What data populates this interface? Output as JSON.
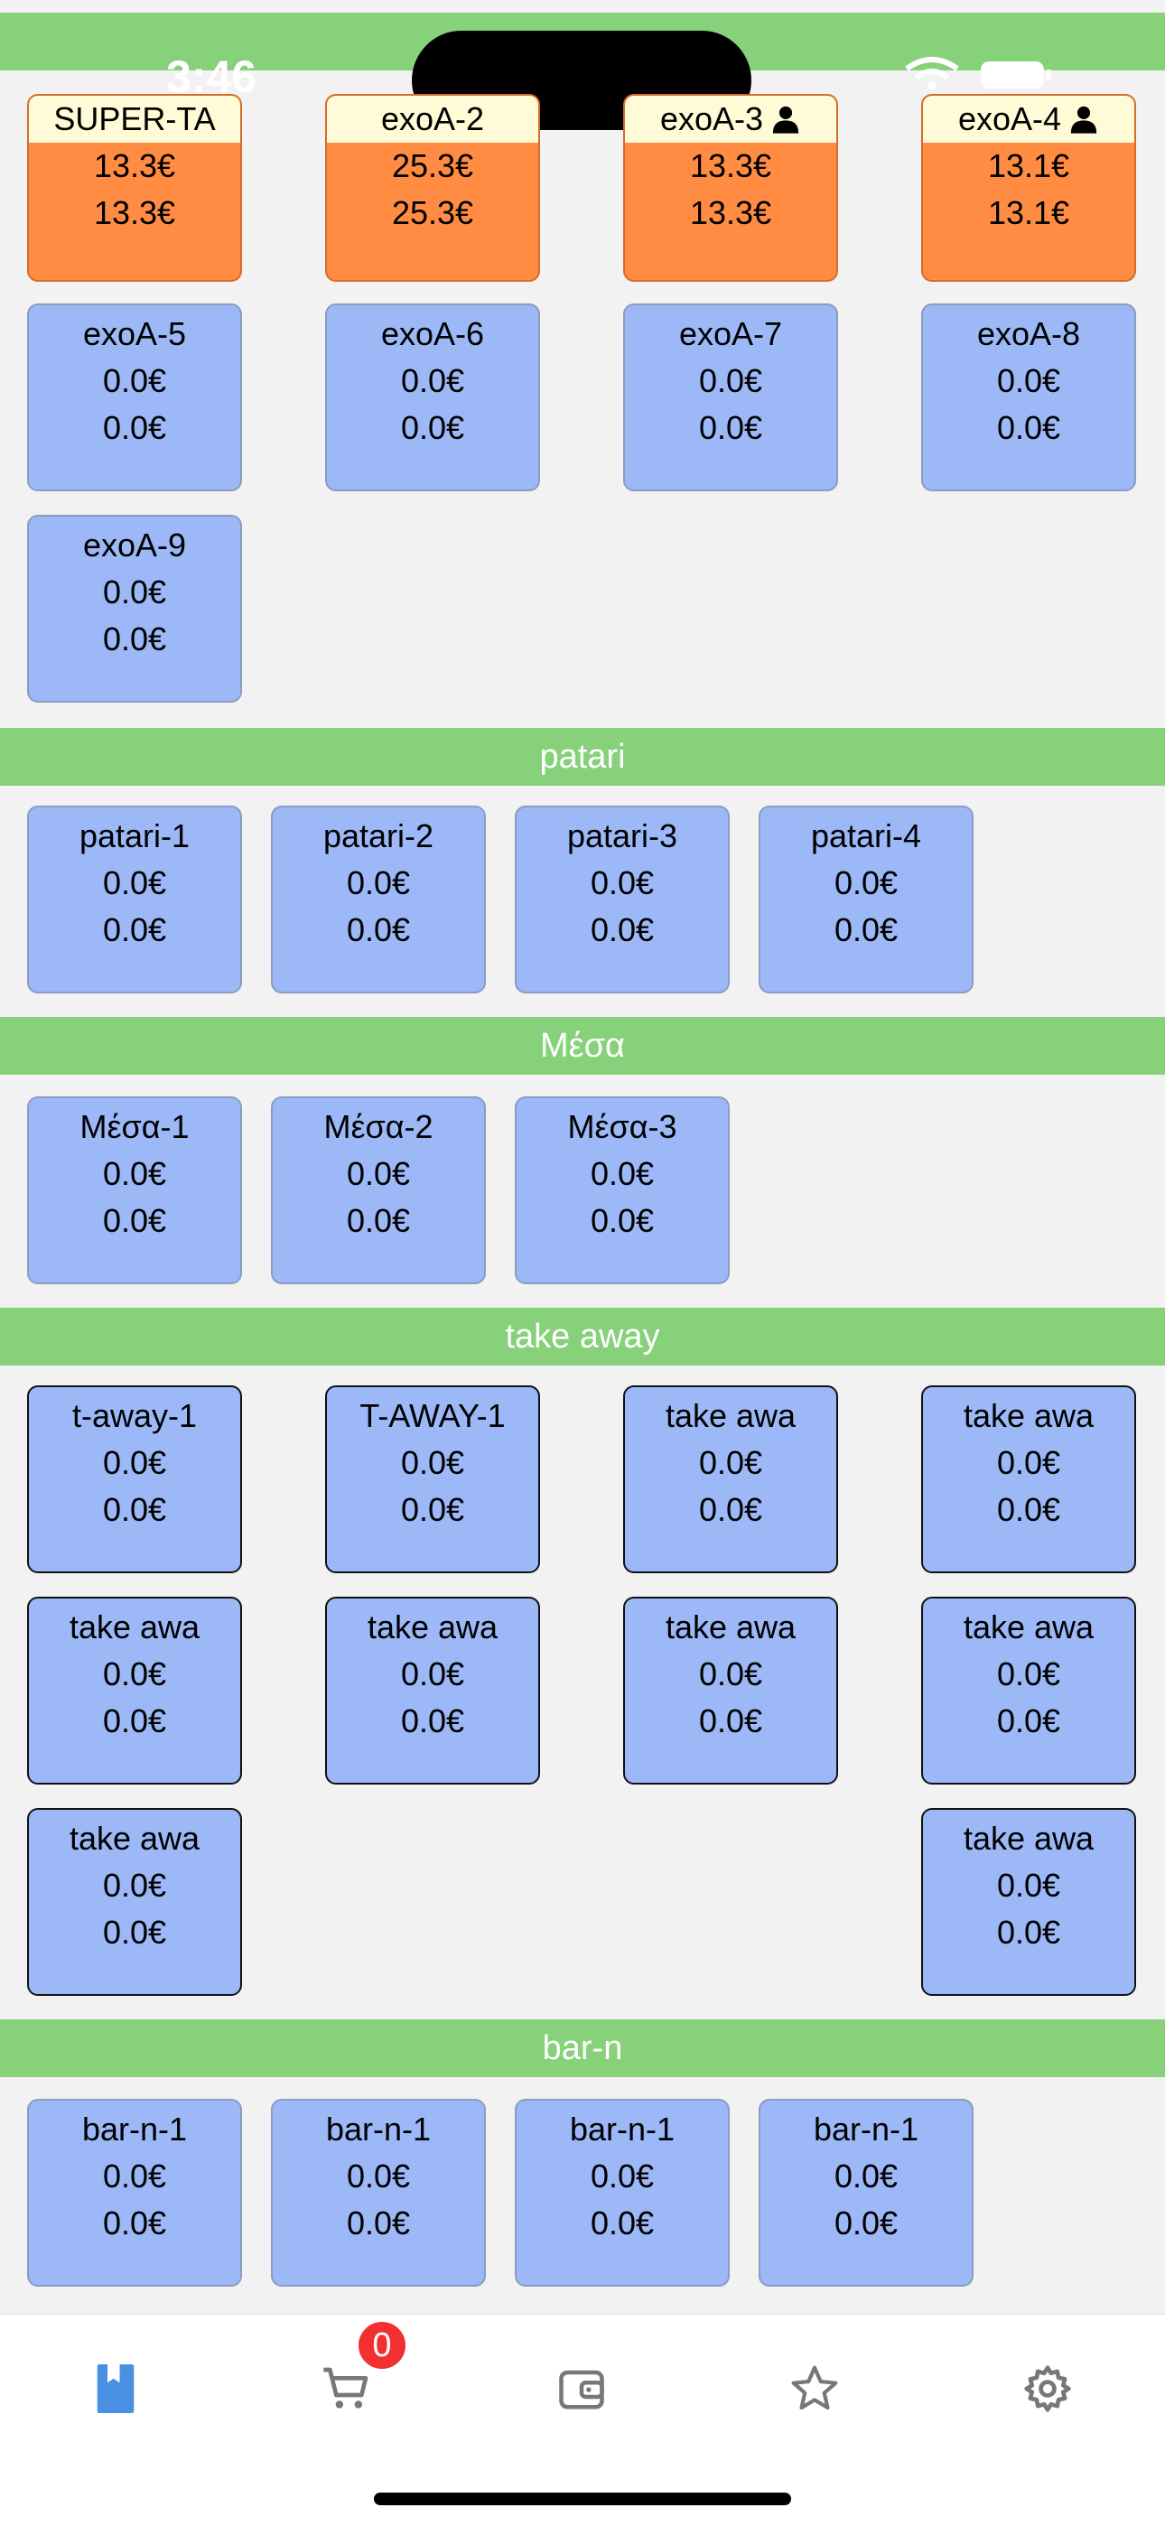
{
  "status_bar": {
    "time": "3:46"
  },
  "sections": {
    "exoA": {
      "tables": [
        {
          "name": "SUPER-TA",
          "amount1": "13.3€",
          "amount2": "13.3€"
        },
        {
          "name": "exoA-2",
          "amount1": "25.3€",
          "amount2": "25.3€"
        },
        {
          "name": "exoA-3",
          "amount1": "13.3€",
          "amount2": "13.3€"
        },
        {
          "name": "exoA-4",
          "amount1": "13.1€",
          "amount2": "13.1€"
        },
        {
          "name": "exoA-5",
          "amount1": "0.0€",
          "amount2": "0.0€"
        },
        {
          "name": "exoA-6",
          "amount1": "0.0€",
          "amount2": "0.0€"
        },
        {
          "name": "exoA-7",
          "amount1": "0.0€",
          "amount2": "0.0€"
        },
        {
          "name": "exoA-8",
          "amount1": "0.0€",
          "amount2": "0.0€"
        },
        {
          "name": "exoA-9",
          "amount1": "0.0€",
          "amount2": "0.0€"
        }
      ]
    },
    "patari": {
      "title": "patari",
      "tables": [
        {
          "name": "patari-1",
          "amount1": "0.0€",
          "amount2": "0.0€"
        },
        {
          "name": "patari-2",
          "amount1": "0.0€",
          "amount2": "0.0€"
        },
        {
          "name": "patari-3",
          "amount1": "0.0€",
          "amount2": "0.0€"
        },
        {
          "name": "patari-4",
          "amount1": "0.0€",
          "amount2": "0.0€"
        }
      ]
    },
    "mesa": {
      "title": "Μέσα",
      "tables": [
        {
          "name": "Μέσα-1",
          "amount1": "0.0€",
          "amount2": "0.0€"
        },
        {
          "name": "Μέσα-2",
          "amount1": "0.0€",
          "amount2": "0.0€"
        },
        {
          "name": "Μέσα-3",
          "amount1": "0.0€",
          "amount2": "0.0€"
        }
      ]
    },
    "takeaway": {
      "title": "take away",
      "tables": [
        {
          "name": "t-away-1",
          "amount1": "0.0€",
          "amount2": "0.0€"
        },
        {
          "name": "T-AWAY-1",
          "amount1": "0.0€",
          "amount2": "0.0€"
        },
        {
          "name": "take awa",
          "amount1": "0.0€",
          "amount2": "0.0€"
        },
        {
          "name": "take awa",
          "amount1": "0.0€",
          "amount2": "0.0€"
        },
        {
          "name": "take awa",
          "amount1": "0.0€",
          "amount2": "0.0€"
        },
        {
          "name": "take awa",
          "amount1": "0.0€",
          "amount2": "0.0€"
        },
        {
          "name": "take awa",
          "amount1": "0.0€",
          "amount2": "0.0€"
        },
        {
          "name": "take awa",
          "amount1": "0.0€",
          "amount2": "0.0€"
        },
        {
          "name": "take awa",
          "amount1": "0.0€",
          "amount2": "0.0€"
        },
        {
          "name": "take awa",
          "amount1": "0.0€",
          "amount2": "0.0€"
        }
      ]
    },
    "barn": {
      "title": "bar-n",
      "tables": [
        {
          "name": "bar-n-1",
          "amount1": "0.0€",
          "amount2": "0.0€"
        },
        {
          "name": "bar-n-1",
          "amount1": "0.0€",
          "amount2": "0.0€"
        },
        {
          "name": "bar-n-1",
          "amount1": "0.0€",
          "amount2": "0.0€"
        },
        {
          "name": "bar-n-1",
          "amount1": "0.0€",
          "amount2": "0.0€"
        }
      ]
    }
  },
  "tabbar": {
    "cart_badge": "0",
    "items": [
      {
        "icon": "book-icon",
        "active": true
      },
      {
        "icon": "cart-icon",
        "active": false
      },
      {
        "icon": "wallet-icon",
        "active": false
      },
      {
        "icon": "star-icon",
        "active": false
      },
      {
        "icon": "gear-icon",
        "active": false
      }
    ]
  },
  "colors": {
    "header_green": "#86d17a",
    "tile_blue": "#9cb8f7",
    "tile_orange": "#ff8c42",
    "name_strip": "#fffbd6",
    "active_tab": "#4a90e2",
    "badge_red": "#f23030"
  }
}
